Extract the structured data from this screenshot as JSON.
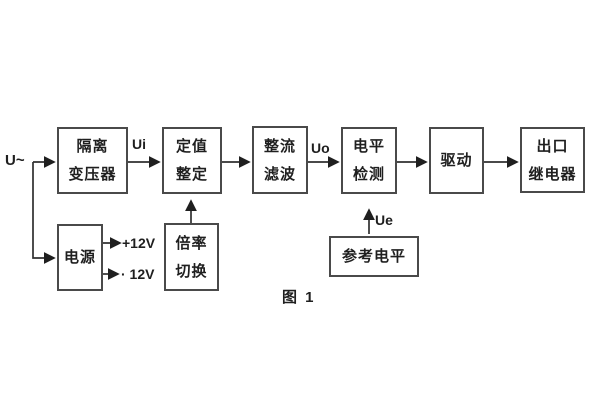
{
  "figure": {
    "caption": "图 1",
    "type": "block-diagram"
  },
  "signals": {
    "ac_input": "U~",
    "ui": "Ui",
    "uo": "Uo",
    "ue": "Ue",
    "plus_12v": "+12V",
    "minus_12v": "· 12V"
  },
  "blocks": [
    {
      "id": "isolation-transformer",
      "lines": [
        "隔离",
        "变压器"
      ]
    },
    {
      "id": "setpoint-setting",
      "lines": [
        "定值",
        "整定"
      ]
    },
    {
      "id": "rectify-filter",
      "lines": [
        "整流",
        "滤波"
      ]
    },
    {
      "id": "level-detection",
      "lines": [
        "电平",
        "检测"
      ]
    },
    {
      "id": "driver",
      "lines": [
        "驱动"
      ]
    },
    {
      "id": "output-relay",
      "lines": [
        "出口",
        "继电器"
      ]
    },
    {
      "id": "power-supply",
      "lines": [
        "电源"
      ]
    },
    {
      "id": "ratio-switch",
      "lines": [
        "倍率",
        "切换"
      ]
    },
    {
      "id": "reference-level",
      "lines": [
        "参考电平"
      ]
    }
  ],
  "colors": {
    "background": "#ffffff",
    "line": "#303030",
    "border": "#4a4a4a",
    "text": "#1f1f1f"
  }
}
